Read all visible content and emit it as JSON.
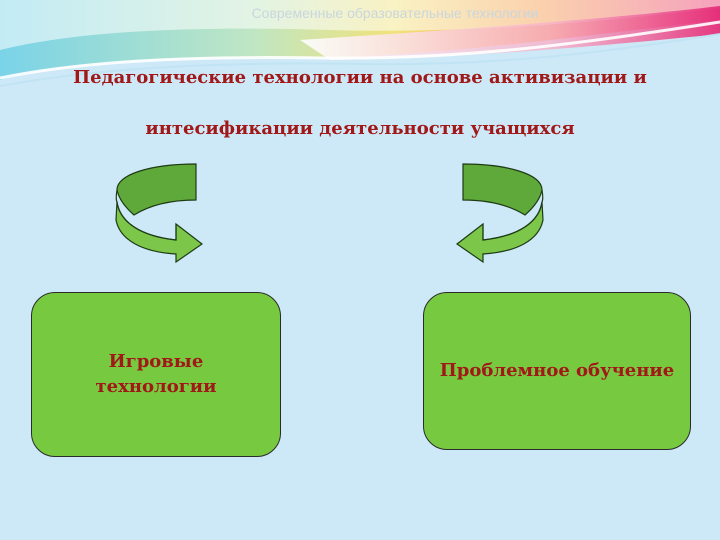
{
  "header": {
    "text": "Современные образовательные технологии"
  },
  "title": {
    "line1": "Педагогические технологии на основе активизации и",
    "line2": "интесификации деятельности учащихся"
  },
  "boxes": {
    "left_label": "Игровые технологии",
    "right_label": "Проблемное обучение"
  },
  "colors": {
    "background": "#cde8f7",
    "title_text": "#a01818",
    "box_fill": "#77c93f",
    "arrow_fill": "#7cc64a"
  },
  "icons": {
    "left_arrow": "curved-arrow-right-icon",
    "right_arrow": "curved-arrow-left-icon"
  }
}
